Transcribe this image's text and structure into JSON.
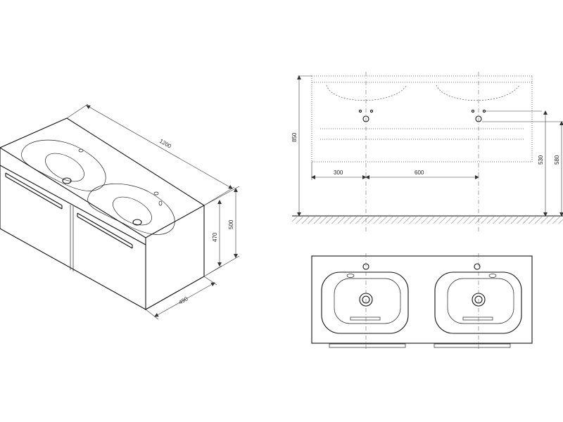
{
  "diagram": {
    "iso_view": {
      "dims": {
        "width": "1200",
        "height_total": "500",
        "height_cabinet": "470",
        "depth": "490"
      }
    },
    "front_view": {
      "dims": {
        "overall_height": "850",
        "mount_height_1": "530",
        "mount_height_2": "580",
        "offset_left": "300",
        "basin_spacing": "600"
      }
    },
    "top_view": {}
  }
}
